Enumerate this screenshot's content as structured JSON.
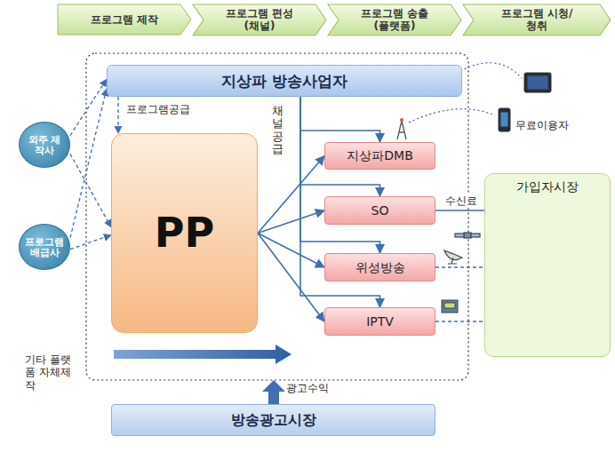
{
  "diagram": {
    "nodes": [
      {
        "text": [
          "프로그램 제작"
        ]
      },
      {
        "text": [
          "프로그램 편성 (채널)"
        ]
      },
      {
        "text": [
          "프로그램 송출 (플랫폼)"
        ]
      },
      {
        "text": [
          "프로그램 시청/청취"
        ]
      },
      {
        "text": [
          "지상파 방송사업자"
        ]
      },
      {
        "text": [
          "외주 제작사"
        ]
      },
      {
        "text": [
          "프로그램 배급사"
        ]
      },
      {
        "text": [
          "PP"
        ]
      },
      {
        "text": [
          "지상파DMB"
        ]
      },
      {
        "text": [
          "SO"
        ]
      },
      {
        "text": [
          "위성방송"
        ]
      },
      {
        "text": [
          "IPTV"
        ]
      },
      {
        "text": [
          "가입자시장"
        ]
      },
      {
        "text": [
          "방송광고시장"
        ]
      }
    ],
    "edges": [
      {
        "from": 5,
        "to": 4,
        "arrow": "to"
      },
      {
        "from": 5,
        "to": 7,
        "arrow": "to"
      },
      {
        "from": 6,
        "to": 4,
        "arrow": "to"
      },
      {
        "from": 6,
        "to": 7,
        "arrow": "to"
      },
      {
        "from": 4,
        "to": 7,
        "label": "프로그램공급",
        "arrow": "to"
      },
      {
        "from": 7,
        "to": 8,
        "arrow": "to"
      },
      {
        "from": 7,
        "to": 9,
        "arrow": "to"
      },
      {
        "from": 7,
        "to": 10,
        "arrow": "to"
      },
      {
        "from": 7,
        "to": 11,
        "arrow": "to"
      },
      {
        "from": 4,
        "to": 8,
        "arrow": "to"
      },
      {
        "from": 4,
        "to": 9,
        "arrow": "to"
      },
      {
        "from": 4,
        "to": 10,
        "arrow": "to"
      },
      {
        "from": 4,
        "to": 11,
        "arrow": "to"
      },
      {
        "from": 9,
        "to": 12,
        "label": "수신료",
        "arrow": "none"
      },
      {
        "from": 10,
        "to": 12,
        "arrow": "none"
      },
      {
        "from": 11,
        "to": 12,
        "arrow": "none"
      }
    ],
    "labels": [
      "채널 공급",
      "무료이용자",
      "기타 플랫폼 자체제작",
      "광고수익"
    ]
  }
}
